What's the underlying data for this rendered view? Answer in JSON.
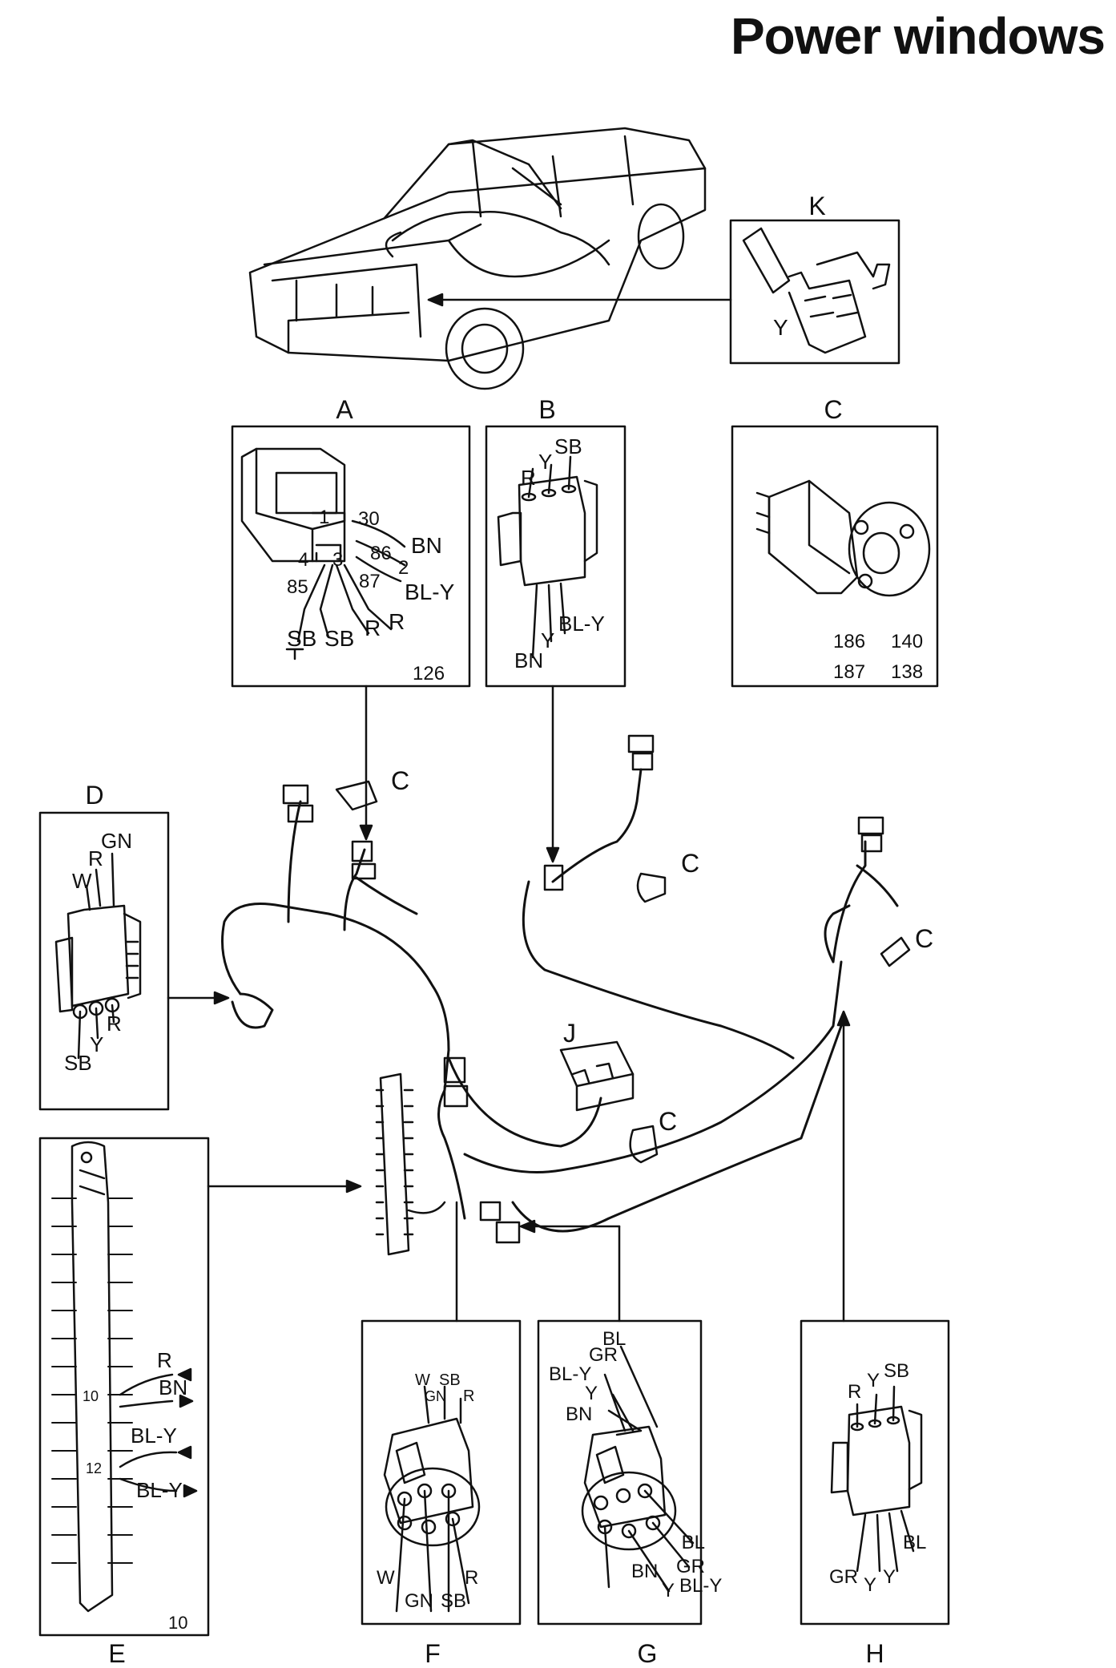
{
  "page": {
    "title": "Power windows"
  },
  "panels": {
    "K": {
      "letter": "K",
      "labels": [
        "Y"
      ]
    },
    "A": {
      "letter": "A",
      "pins": [
        "1",
        "30",
        "86",
        "2",
        "4",
        "3",
        "85",
        "87"
      ],
      "wires": [
        "BN",
        "BL-Y",
        "SB",
        "SB",
        "R",
        "R"
      ],
      "ref": "126"
    },
    "B": {
      "letter": "B",
      "wires": [
        "SB",
        "R",
        "Y",
        "BL-Y",
        "Y",
        "BN"
      ]
    },
    "C": {
      "letter": "C",
      "refs": [
        "186",
        "140",
        "187",
        "138"
      ]
    },
    "D": {
      "letter": "D",
      "wires": [
        "GN",
        "R",
        "W",
        "R",
        "Y",
        "SB"
      ]
    },
    "E": {
      "letter": "E",
      "positions": [
        "10",
        "12"
      ],
      "wires": [
        "R",
        "BN",
        "BL-Y",
        "BL-Y"
      ],
      "ref": "10"
    },
    "F": {
      "letter": "F",
      "wires": [
        "W",
        "SB",
        "GN",
        "R",
        "W",
        "GN",
        "SB",
        "R"
      ]
    },
    "G": {
      "letter": "G",
      "wires": [
        "BL",
        "GR",
        "BL-Y",
        "Y",
        "BN",
        "BL",
        "GR",
        "BN",
        "Y",
        "BL-Y"
      ]
    },
    "H": {
      "letter": "H",
      "wires": [
        "SB",
        "R",
        "Y",
        "BL",
        "GR",
        "Y",
        "Y"
      ]
    }
  },
  "callouts": {
    "motor": [
      "C",
      "C",
      "C",
      "C"
    ],
    "switch": "J"
  }
}
